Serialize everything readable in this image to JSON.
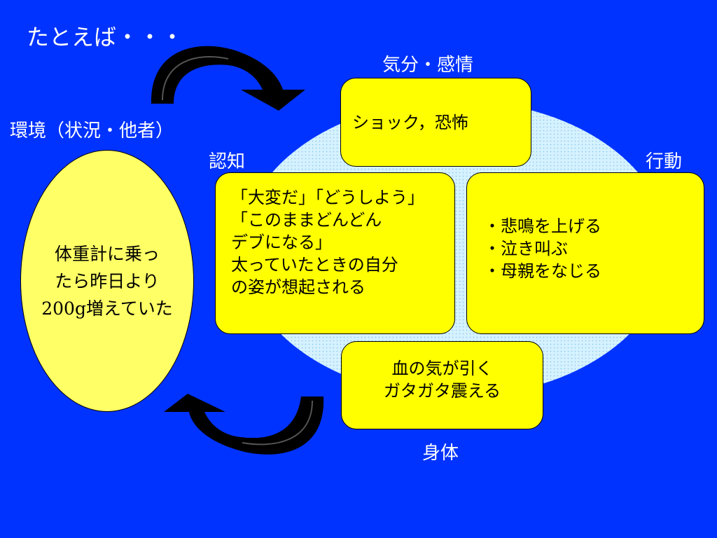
{
  "title": "たとえば・・・",
  "environment": {
    "label": "環境（状況・他者）",
    "lines": [
      "体重計に乗っ",
      "たら昨日より",
      "増えていた"
    ],
    "amount": "200g"
  },
  "mood": {
    "label": "気分・感情",
    "text": "ショック，恐怖"
  },
  "cognition": {
    "label": "認知",
    "lines": [
      "「大変だ」「どうしよう」",
      "「このままどんどん",
      "デブになる」",
      "太っていたときの自分",
      "の姿が想起される"
    ]
  },
  "behavior": {
    "label": "行動",
    "lines": [
      "・悲鳴を上げる",
      "・泣き叫ぶ",
      "・母親をなじる"
    ]
  },
  "body": {
    "label": "身体",
    "lines": [
      "血の気が引く",
      "ガタガタ震える"
    ]
  },
  "colors": {
    "background": "#0033ff",
    "box": "#ffff00",
    "oval": "#ffff66",
    "ellipse": "#d6f2ff"
  }
}
